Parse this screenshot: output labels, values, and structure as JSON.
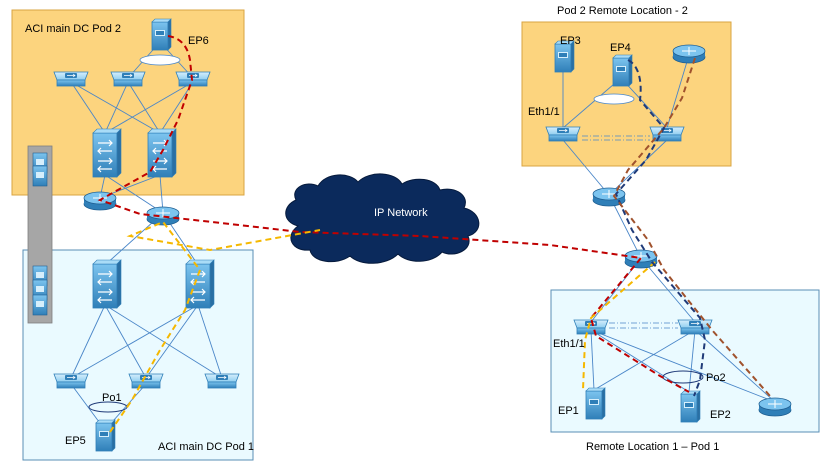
{
  "zones": {
    "pod2": {
      "title": "ACI main DC Pod 2",
      "fill": "#fcd47e"
    },
    "pod1": {
      "title": "ACI main DC Pod 1",
      "fill": "#eafaff"
    },
    "remote2": {
      "title": "Pod 2 Remote Location - 2",
      "fill": "#fcd47e"
    },
    "remote1": {
      "title": "Remote Location 1 – Pod 1",
      "fill": "#eafaff"
    }
  },
  "network": {
    "label": "IP Network",
    "color": "#0b2a5c"
  },
  "labels": {
    "ep6": "EP6",
    "ep5": "EP5",
    "po1": "Po1",
    "ep3": "EP3",
    "ep4": "EP4",
    "eth_remote2": "Eth1/1",
    "eth_remote1": "Eth1/1",
    "po2": "Po2",
    "ep1": "EP1",
    "ep2": "EP2"
  },
  "colors": {
    "link": "#4a86c8",
    "red_path": "#c00000",
    "yellow_path": "#f5b800",
    "blue_path": "#1f3a78",
    "brown_path": "#a0522d",
    "device": "#4a9fd6",
    "apic_bar": "#a6a6a6"
  }
}
